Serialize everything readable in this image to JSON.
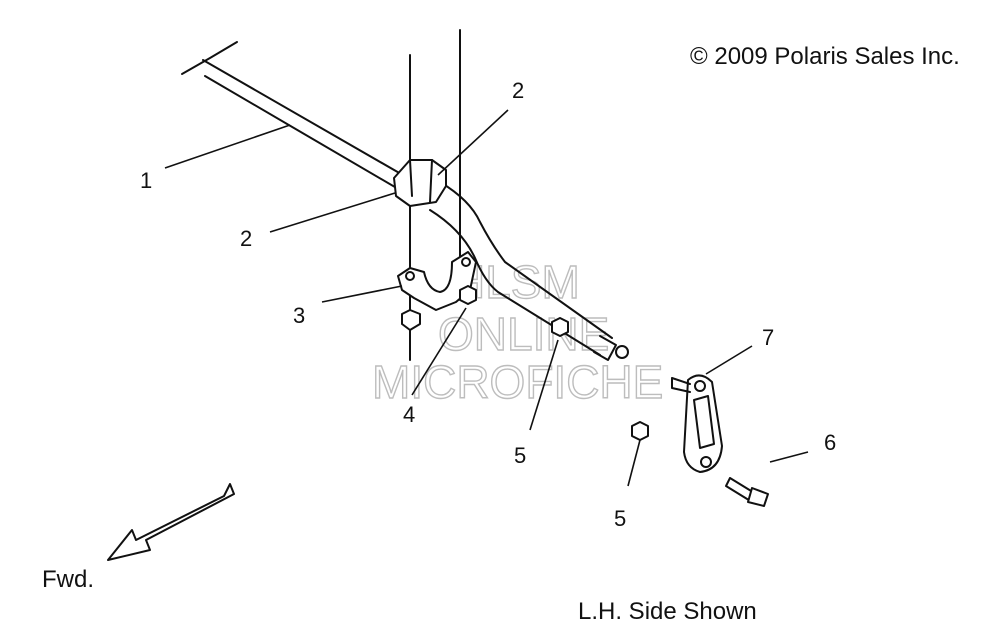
{
  "copyright": "© 2009 Polaris Sales Inc.",
  "orientation_caption": "L.H. Side Shown",
  "direction_label": "Fwd.",
  "watermark": [
    "HLSM",
    "ONLINE",
    "MICROFICHE"
  ],
  "callouts": {
    "bar": "1",
    "bushing_upper": "2",
    "bushing_lower": "2",
    "clamp": "3",
    "bolt_clamp": "4",
    "nut_bar": "5",
    "nut_link": "5",
    "bolt_link": "6",
    "link": "7"
  },
  "colors": {
    "line": "#111111",
    "watermark": "#bdbdbd",
    "background": "#ffffff"
  }
}
